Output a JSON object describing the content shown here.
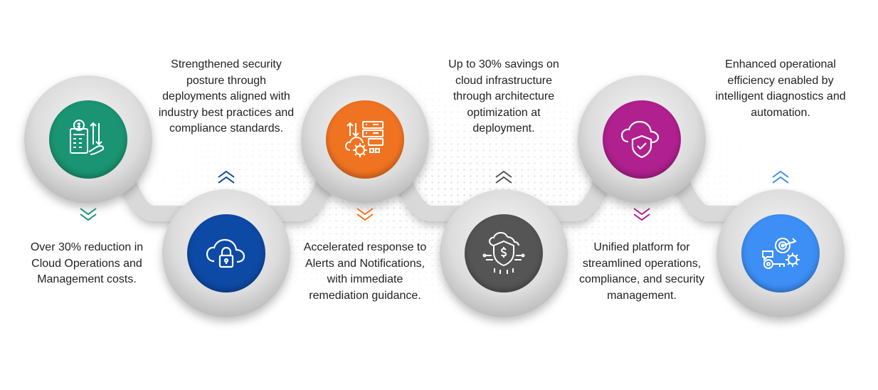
{
  "steps": [
    {
      "text": "Over 30% reduction in Cloud Operations and Management costs.",
      "color": "#1a9472",
      "icon": "calculator-money-icon",
      "arrow": "down"
    },
    {
      "text": "Strengthened security posture through deployments aligned with industry best practices and compliance standards.",
      "color": "#0d4aa6",
      "icon": "cloud-lock-icon",
      "arrow": "up"
    },
    {
      "text": "Accelerated response to Alerts and Notifications, with immediate remediation guidance.",
      "color": "#f07322",
      "icon": "server-cloud-gear-icon",
      "arrow": "down"
    },
    {
      "text": "Up to 30% savings on cloud infrastructure through architecture optimization at deployment.",
      "color": "#555555",
      "icon": "dollar-shield-icon",
      "arrow": "up"
    },
    {
      "text": "Unified platform for streamlined operations, compliance, and security management.",
      "color": "#b0208f",
      "icon": "cloud-shield-icon",
      "arrow": "down"
    },
    {
      "text": "Enhanced operational efficiency enabled by intelligent diagnostics and automation.",
      "color": "#3d8ef5",
      "icon": "target-key-gear-icon",
      "arrow": "up"
    }
  ]
}
